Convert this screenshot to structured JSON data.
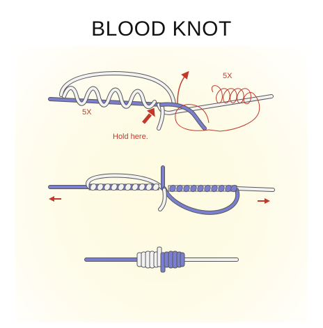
{
  "title": "BLOOD KNOT",
  "labels": {
    "wraps_left": "5X",
    "wraps_right": "5X",
    "hold_here": "Hold here."
  },
  "colors": {
    "blue_line": "#7b7fcf",
    "white_line": "#f2f2f2",
    "outline": "#555555",
    "red": "#c0392b",
    "background_glow": "#fffbe1"
  }
}
